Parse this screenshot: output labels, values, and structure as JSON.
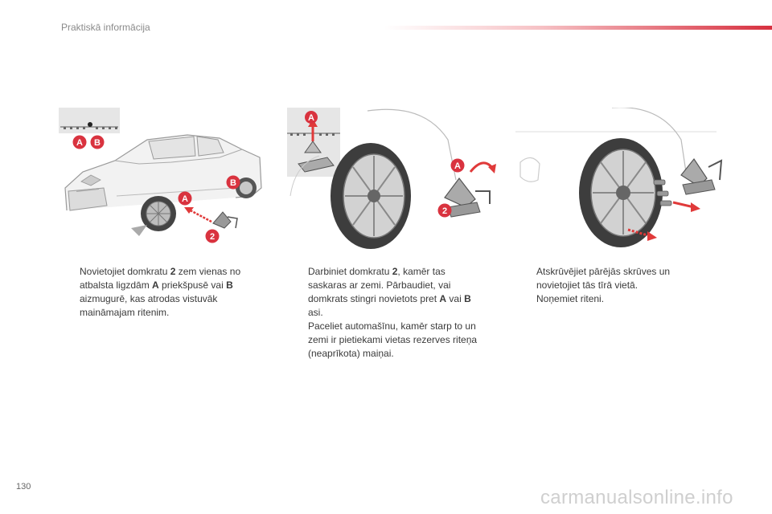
{
  "header": {
    "title": "Praktiskā informācija"
  },
  "illustrations": {
    "labels": {
      "a": "A",
      "b": "B",
      "two": "2"
    }
  },
  "columns": [
    {
      "steps": [
        {
          "t1": "Novietojiet domkratu ",
          "b1": "2",
          "t2": " zem vienas no atbalsta ligzdām ",
          "b2": "A",
          "t3": " priekšpusē vai ",
          "b3": "B",
          "t4": " aizmugurē, kas atrodas vistuvāk maināmajam ritenim."
        }
      ]
    },
    {
      "steps": [
        {
          "t1": "Darbiniet domkratu ",
          "b1": "2",
          "t2": ", kamēr tas saskaras ar zemi. Pārbaudiet, vai domkrats stingri novietots pret ",
          "b2": "A",
          "t3": " vai ",
          "b3": "B",
          "t4": " asi."
        },
        {
          "t1": "Paceliet automašīnu, kamēr starp to un zemi ir pietiekami vietas rezerves riteņa (neaprīkota) maiņai."
        }
      ]
    },
    {
      "steps": [
        {
          "t1": "Atskrūvējiet pārējās skrūves un novietojiet tās tīrā vietā."
        },
        {
          "t1": "Noņemiet riteni."
        }
      ]
    }
  ],
  "bullet_glyph": "",
  "page_number": "130",
  "watermark": "carmanualsonline.info",
  "colors": {
    "accent": "#d7303f",
    "label_red": "#d9333f",
    "arrow_red": "#e03a3a"
  }
}
